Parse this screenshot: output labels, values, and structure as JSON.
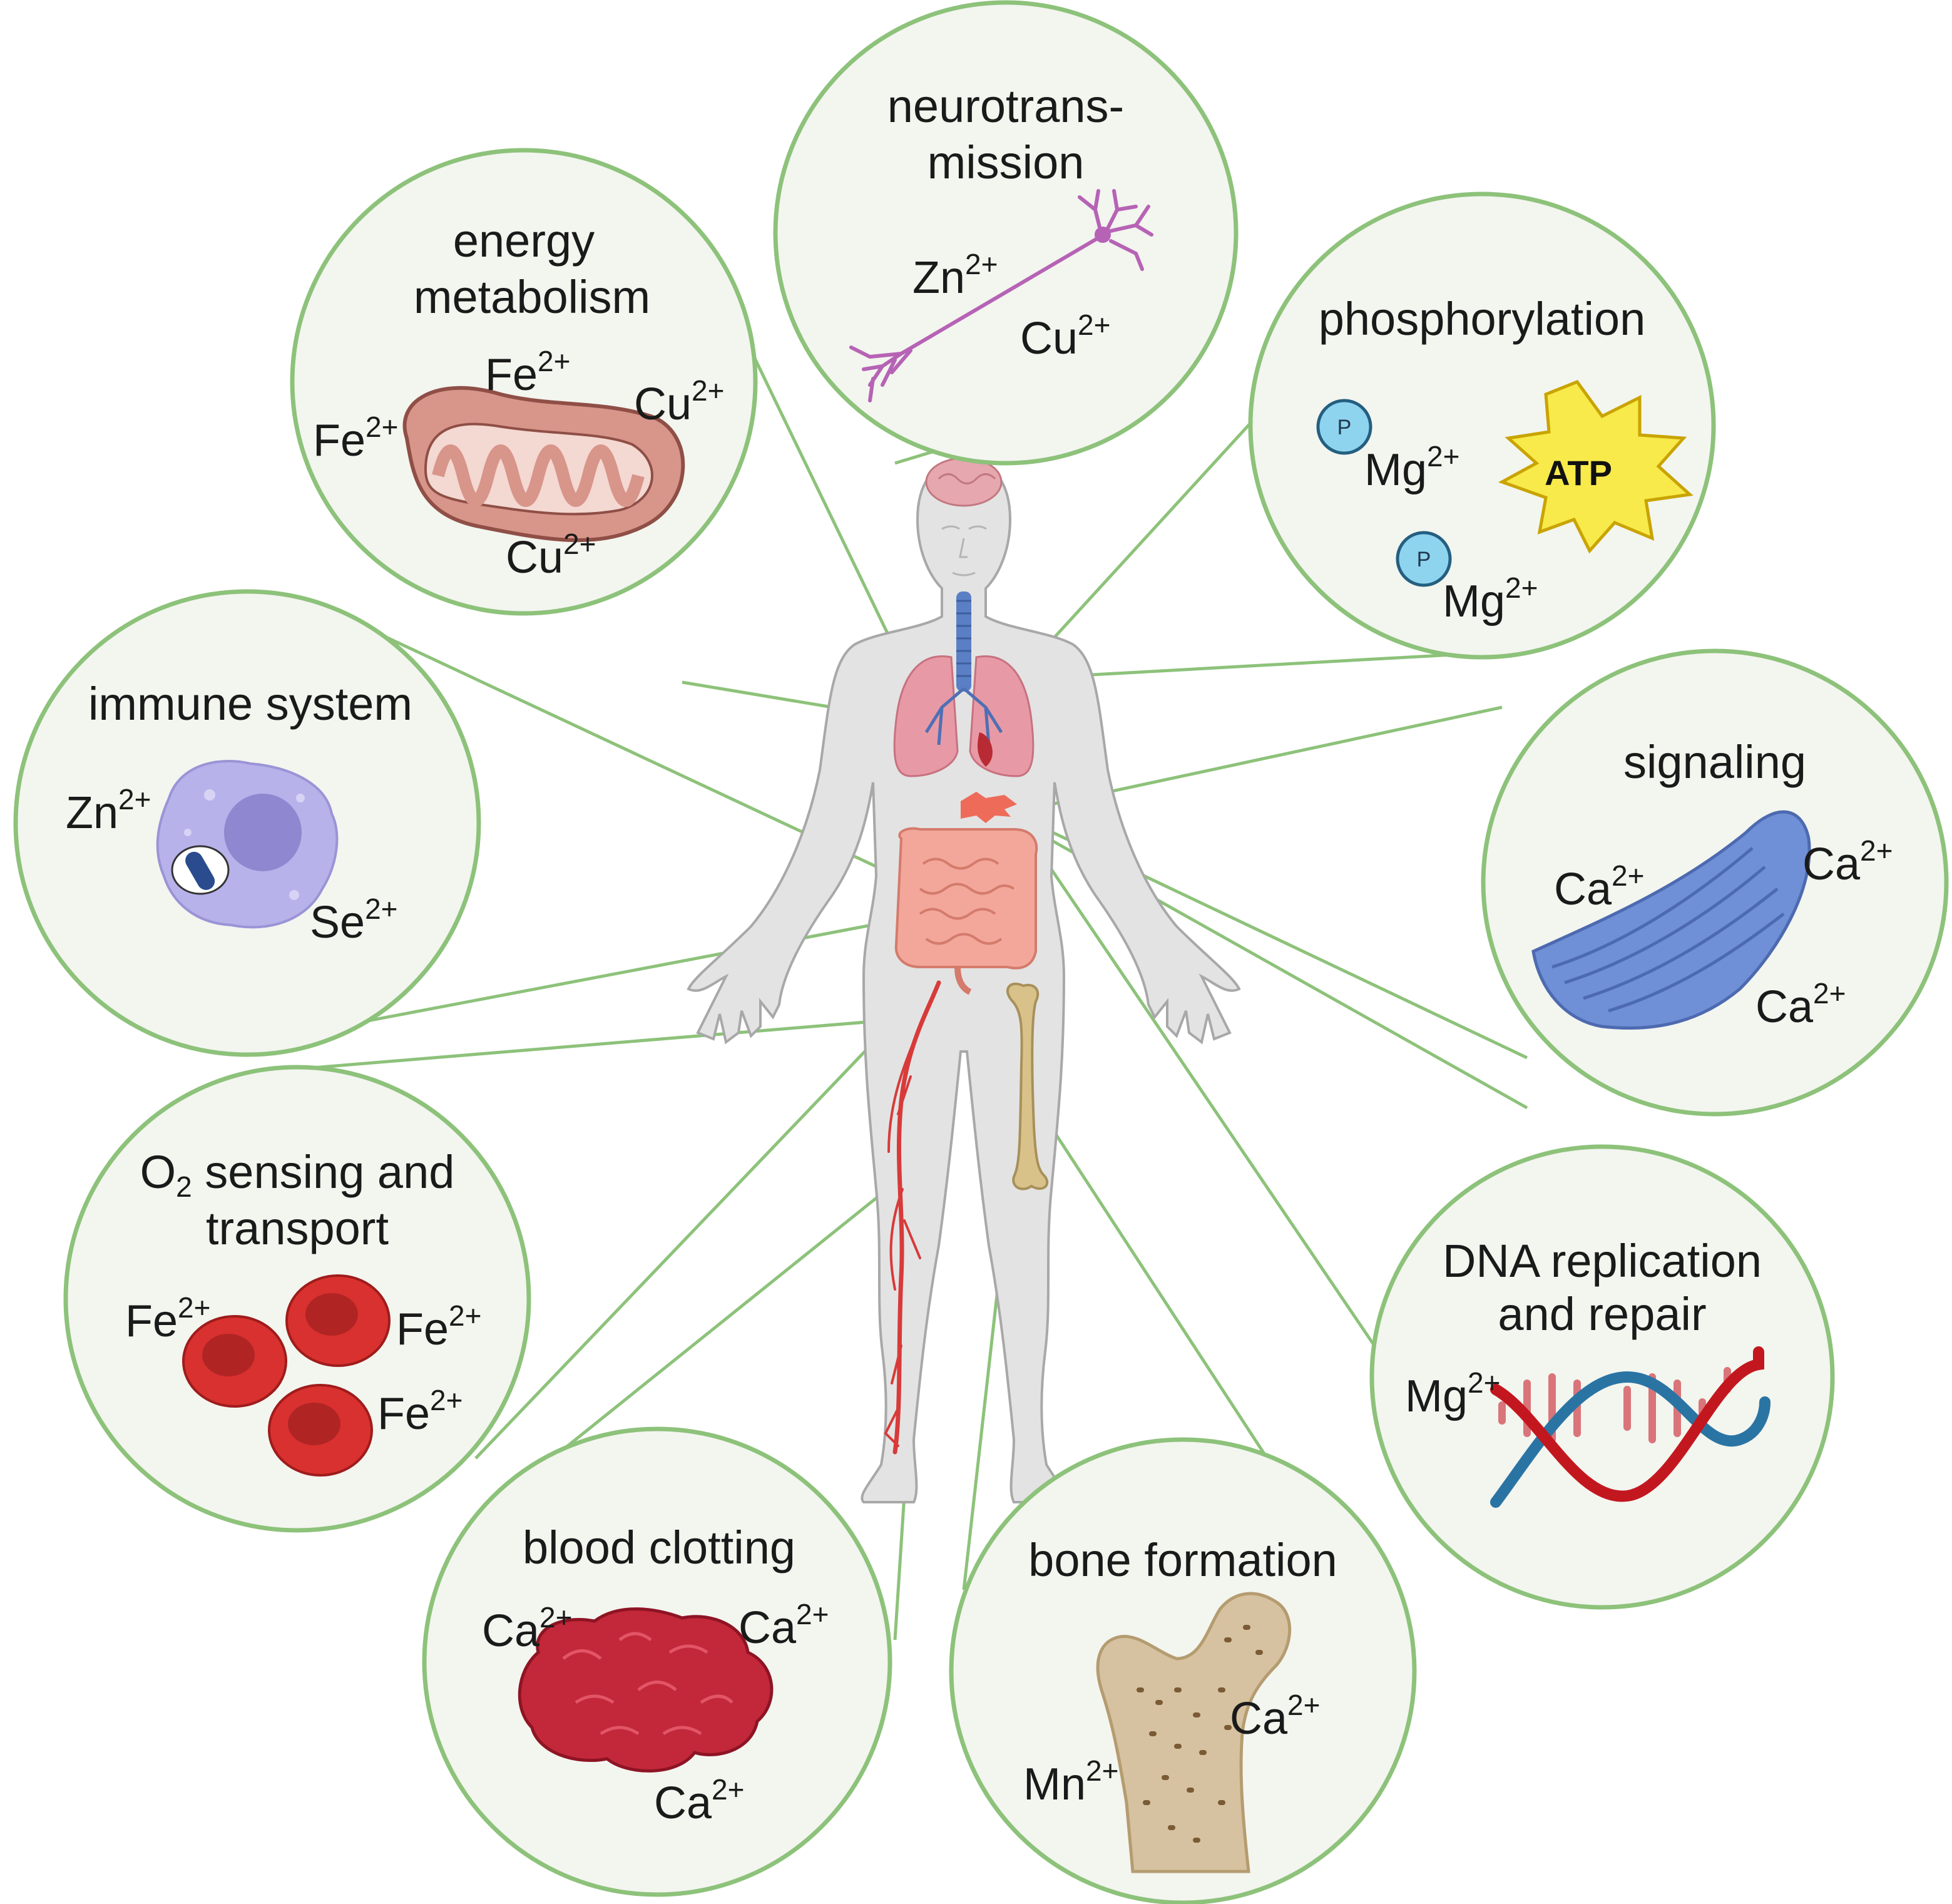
{
  "colors": {
    "circle_border": "#8dc27a",
    "circle_fill": "#f3f5ef",
    "connector": "#8dc27a",
    "body_fill": "#e3e3e3",
    "body_outline": "#a8a8a8",
    "artery_red": "#d83a3a",
    "blood_cell": "#d9312f",
    "clot": "#c2283a",
    "mitochondria": "#d8958a",
    "neuron": "#b663b5",
    "phosphate": "#8fd4ef",
    "atp_star": "#f7ea4a",
    "er_blue": "#6f8fd6",
    "immune_cell": "#b7b2ea",
    "bone_fill": "#d6c2a0",
    "dna_red": "#c3171f",
    "dna_blue": "#2a74a4"
  },
  "panels": {
    "neurotransmission": {
      "title": [
        "neurotrans-",
        "mission"
      ],
      "icon": "neuron-icon",
      "ions": [
        {
          "el": "Zn",
          "charge": "2+"
        },
        {
          "el": "Cu",
          "charge": "2+"
        }
      ]
    },
    "energy_metabolism": {
      "title": [
        "energy",
        "metabolism"
      ],
      "icon": "mitochondrion-icon",
      "ions": [
        {
          "el": "Fe",
          "charge": "2+"
        },
        {
          "el": "Fe",
          "charge": "2+"
        },
        {
          "el": "Cu",
          "charge": "2+"
        },
        {
          "el": "Cu",
          "charge": "2+"
        }
      ]
    },
    "phosphorylation": {
      "title": [
        "phosphorylation"
      ],
      "icon": "atp-icon",
      "atp_label": "ATP",
      "phosphate_label": "P",
      "ions": [
        {
          "el": "Mg",
          "charge": "2+"
        },
        {
          "el": "Mg",
          "charge": "2+"
        }
      ]
    },
    "immune_system": {
      "title": [
        "immune system"
      ],
      "icon": "macrophage-icon",
      "ions": [
        {
          "el": "Zn",
          "charge": "2+"
        },
        {
          "el": "Se",
          "charge": "2+"
        }
      ]
    },
    "signaling": {
      "title": [
        "signaling"
      ],
      "icon": "endoplasmic-reticulum-icon",
      "ions": [
        {
          "el": "Ca",
          "charge": "2+"
        },
        {
          "el": "Ca",
          "charge": "2+"
        },
        {
          "el": "Ca",
          "charge": "2+"
        }
      ]
    },
    "o2_sensing": {
      "title_parts": {
        "pre": "O",
        "sub": "2",
        "post": " sensing and"
      },
      "title": [
        "transport"
      ],
      "icon": "red-blood-cell-icon",
      "ions": [
        {
          "el": "Fe",
          "charge": "2+"
        },
        {
          "el": "Fe",
          "charge": "2+"
        },
        {
          "el": "Fe",
          "charge": "2+"
        }
      ]
    },
    "dna_replication": {
      "title": [
        "DNA replication",
        "and repair"
      ],
      "icon": "dna-icon",
      "ions": [
        {
          "el": "Mg",
          "charge": "2+"
        }
      ]
    },
    "blood_clotting": {
      "title": [
        "blood clotting"
      ],
      "icon": "blood-clot-icon",
      "ions": [
        {
          "el": "Ca",
          "charge": "2+"
        },
        {
          "el": "Ca",
          "charge": "2+"
        },
        {
          "el": "Ca",
          "charge": "2+"
        }
      ]
    },
    "bone_formation": {
      "title": [
        "bone formation"
      ],
      "icon": "bone-icon",
      "ions": [
        {
          "el": "Ca",
          "charge": "2+"
        },
        {
          "el": "Mn",
          "charge": "2+"
        }
      ]
    }
  }
}
